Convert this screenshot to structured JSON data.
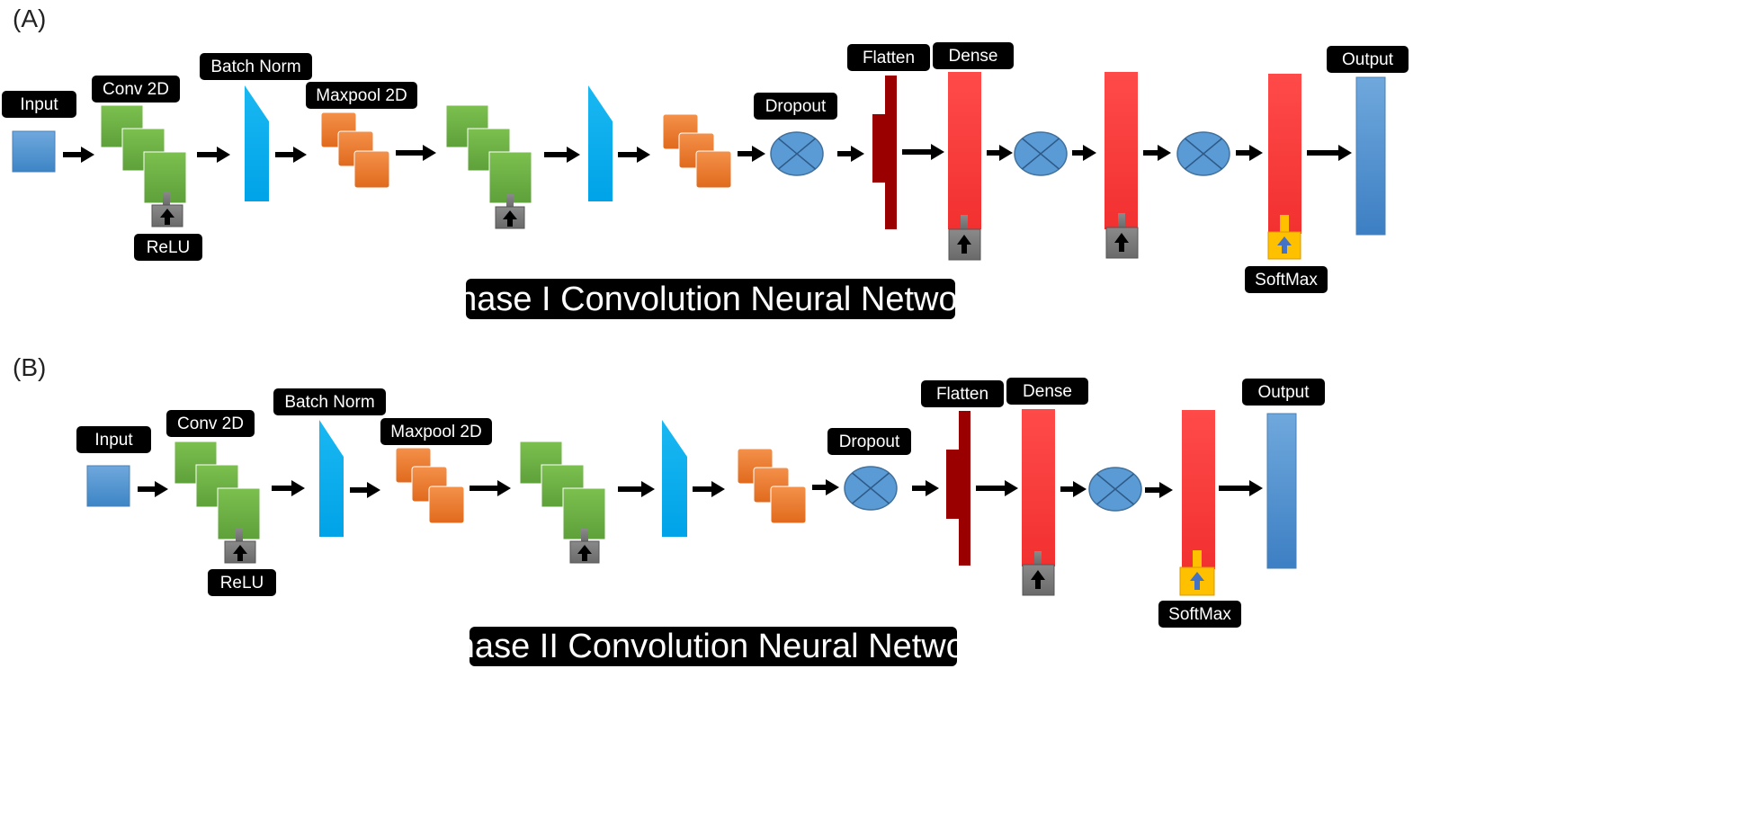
{
  "panels": [
    {
      "letter": "(A)",
      "title": "Phase I Convolution Neural Network",
      "labels": {
        "input": "Input",
        "conv": "Conv  2D",
        "relu": "ReLU",
        "batchnorm": "Batch Norm",
        "maxpool": "Maxpool 2D",
        "dropout": "Dropout",
        "flatten": "Flatten",
        "dense": "Dense",
        "softmax": "SoftMax",
        "output": "Output"
      }
    },
    {
      "letter": "(B)",
      "title": "Phase II Convolution Neural Network",
      "labels": {
        "input": "Input",
        "conv": "Conv  2D",
        "relu": "ReLU",
        "batchnorm": "Batch Norm",
        "maxpool": "Maxpool 2D",
        "dropout": "Dropout",
        "flatten": "Flatten",
        "dense": "Dense",
        "softmax": "SoftMax",
        "output": "Output"
      }
    }
  ],
  "colors": {
    "input_blue": "#5b9bd5",
    "conv_green": "#70ad47",
    "batchnorm_cyan": "#00b0f0",
    "maxpool_orange": "#ed7d31",
    "dropout_blue": "#5b9bd5",
    "flatten_darkred": "#9b0000",
    "dense_red": "#ff4040",
    "activation_gray": "#7f7f7f",
    "softmax_gold": "#ffc000",
    "softmax_arrow_blue": "#4472c4",
    "output_blue": "#5b9bd5",
    "label_bg": "#000000"
  },
  "icons": {
    "activation": "up-arrow-icon",
    "dropout": "crossed-circle-icon",
    "flow": "right-arrow-icon"
  }
}
